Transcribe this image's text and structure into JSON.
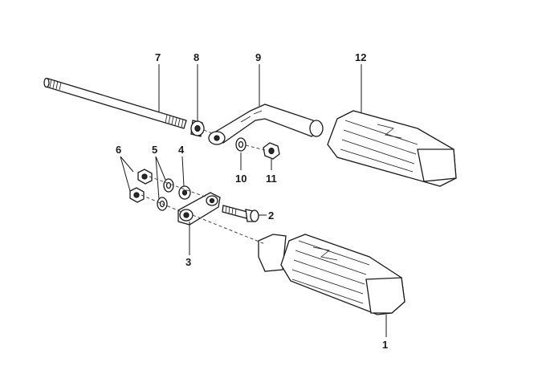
{
  "diagram": {
    "callouts": [
      {
        "id": "1",
        "label": "1"
      },
      {
        "id": "2",
        "label": "2"
      },
      {
        "id": "3",
        "label": "3"
      },
      {
        "id": "4",
        "label": "4"
      },
      {
        "id": "5",
        "label": "5"
      },
      {
        "id": "6",
        "label": "6"
      },
      {
        "id": "7",
        "label": "7"
      },
      {
        "id": "8",
        "label": "8"
      },
      {
        "id": "9",
        "label": "9"
      },
      {
        "id": "10",
        "label": "10"
      },
      {
        "id": "11",
        "label": "11"
      },
      {
        "id": "12",
        "label": "12"
      }
    ],
    "parts": [
      "footrest-rubber-front",
      "bolt",
      "bracket-plate",
      "washer",
      "spring-washers",
      "hex-nuts",
      "long-threaded-rod",
      "spacer-sleeve",
      "footrest-arm",
      "small-washer",
      "nut",
      "footrest-rubber-rear"
    ]
  },
  "colors": {
    "ink": "#1a1a1a",
    "paper": "#ffffff"
  }
}
